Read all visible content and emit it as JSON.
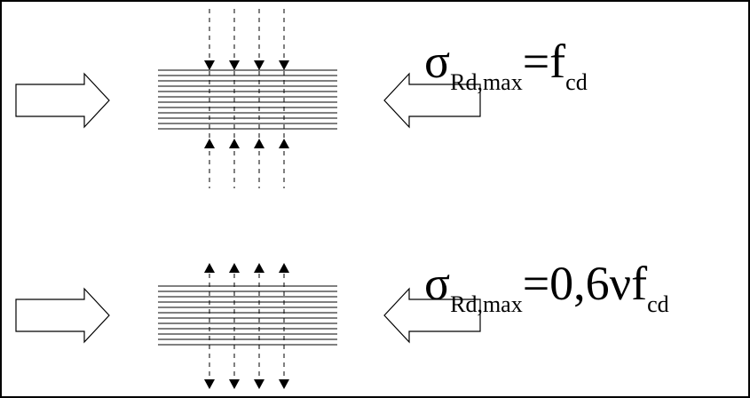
{
  "formulas": {
    "top": {
      "sigma": "σ",
      "subscript": "Rd,max",
      "rhs_main": "=f",
      "rhs_sub": "cd"
    },
    "bottom": {
      "sigma": "σ",
      "subscript": "Rd,max",
      "rhs_main": "=0,6νf",
      "rhs_sub": "cd"
    }
  }
}
